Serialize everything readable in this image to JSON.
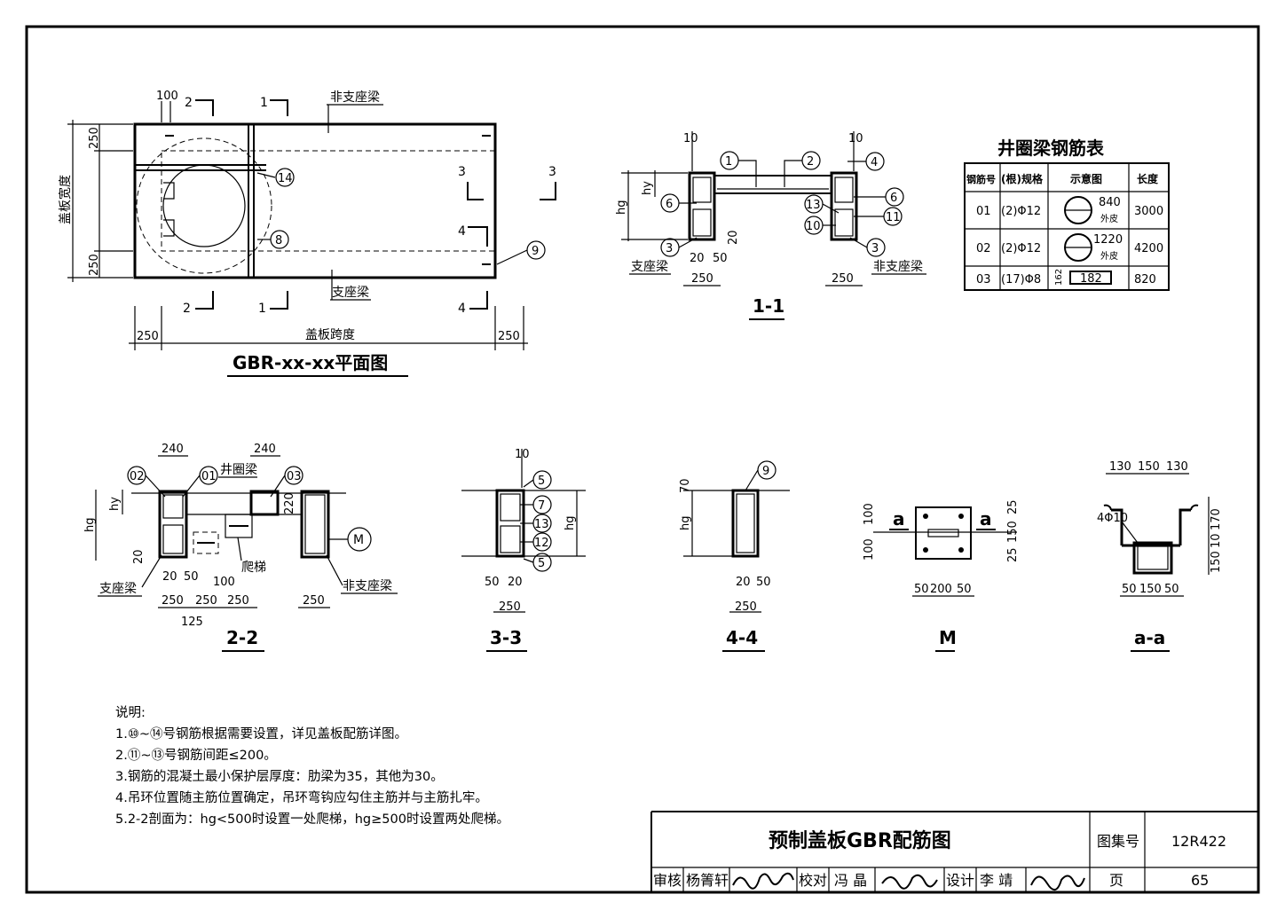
{
  "plan": {
    "dim_100": "100",
    "sec2": "2",
    "sec1": "1",
    "sec3": "3",
    "sec4": "4",
    "label_nonsupport": "非支座梁",
    "label_support": "支座梁",
    "width_label": "盖板宽度",
    "span_label": "盖板跨度",
    "dim_250": "250",
    "title": "GBR-xx-xx平面图",
    "callout_14": "14",
    "callout_8": "8",
    "callout_9": "9"
  },
  "sec11": {
    "title": "1-1",
    "d10": "10",
    "hy": "hy",
    "hg": "hg",
    "d20": "20",
    "d50": "50",
    "d250": "250",
    "support": "支座梁",
    "nonsupport": "非支座梁",
    "c1": "1",
    "c2": "2",
    "c3": "3",
    "c4": "4",
    "c6": "6",
    "c10": "10",
    "c11": "11",
    "c13": "13"
  },
  "rebar_table": {
    "title": "井圈梁钢筋表",
    "headers": [
      "钢筋号",
      "(根)规格",
      "示意图",
      "长度"
    ],
    "rows": [
      {
        "no": "01",
        "spec": "(2)Φ12",
        "dim": "840",
        "note": "外皮",
        "len": "3000"
      },
      {
        "no": "02",
        "spec": "(2)Φ12",
        "dim": "1220",
        "note": "外皮",
        "len": "4200"
      },
      {
        "no": "03",
        "spec": "(17)Φ8",
        "dim": "182",
        "side": "162",
        "len": "820"
      }
    ]
  },
  "sec22": {
    "title": "2-2",
    "d240": "240",
    "c02": "02",
    "c01": "01",
    "c03": "03",
    "ring": "井圈梁",
    "hy": "hy",
    "hg": "hg",
    "d20": "20",
    "d220": "220",
    "ladder": "爬梯",
    "support": "支座梁",
    "nonsupport": "非支座梁",
    "d50": "50",
    "d100": "100",
    "d250": "250",
    "d125": "125",
    "m": "M"
  },
  "sec33": {
    "title": "3-3",
    "d10": "10",
    "hg": "hg",
    "d50": "50",
    "d20": "20",
    "d250": "250",
    "c5": "5",
    "c7": "7",
    "c13": "13",
    "c12": "12"
  },
  "sec44": {
    "title": "4-4",
    "d70": "70",
    "hg": "hg",
    "d20": "20",
    "d50": "50",
    "d250": "250",
    "c9": "9"
  },
  "detailM": {
    "title": "M",
    "a": "a",
    "d100": "100",
    "d25": "25",
    "d150": "150",
    "d50": "50",
    "d200": "200"
  },
  "detailA": {
    "title": "a-a",
    "d130": "130",
    "d150": "150",
    "bar": "4Φ10",
    "d170": "170",
    "d10": "10",
    "d50": "50"
  },
  "notes": {
    "heading": "说明:",
    "lines": [
      "1.⑩~⑭号钢筋根据需要设置，详见盖板配筋详图。",
      "2.⑪~⑬号钢筋间距≤200。",
      "3.钢筋的混凝土最小保护层厚度：肋梁为35，其他为30。",
      "4.吊环位置随主筋位置确定，吊环弯钩应勾住主筋并与主筋扎牢。",
      "5.2-2剖面为：hg<500时设置一处爬梯，hg≥500时设置两处爬梯。"
    ]
  },
  "title_block": {
    "drawing_title": "预制盖板GBR配筋图",
    "atlas_label": "图集号",
    "atlas_no": "12R422",
    "review_label": "审核",
    "reviewer": "杨箐轩",
    "check_label": "校对",
    "checker": "冯 晶",
    "design_label": "设计",
    "designer": "李 靖",
    "page_label": "页",
    "page_no": "65"
  }
}
